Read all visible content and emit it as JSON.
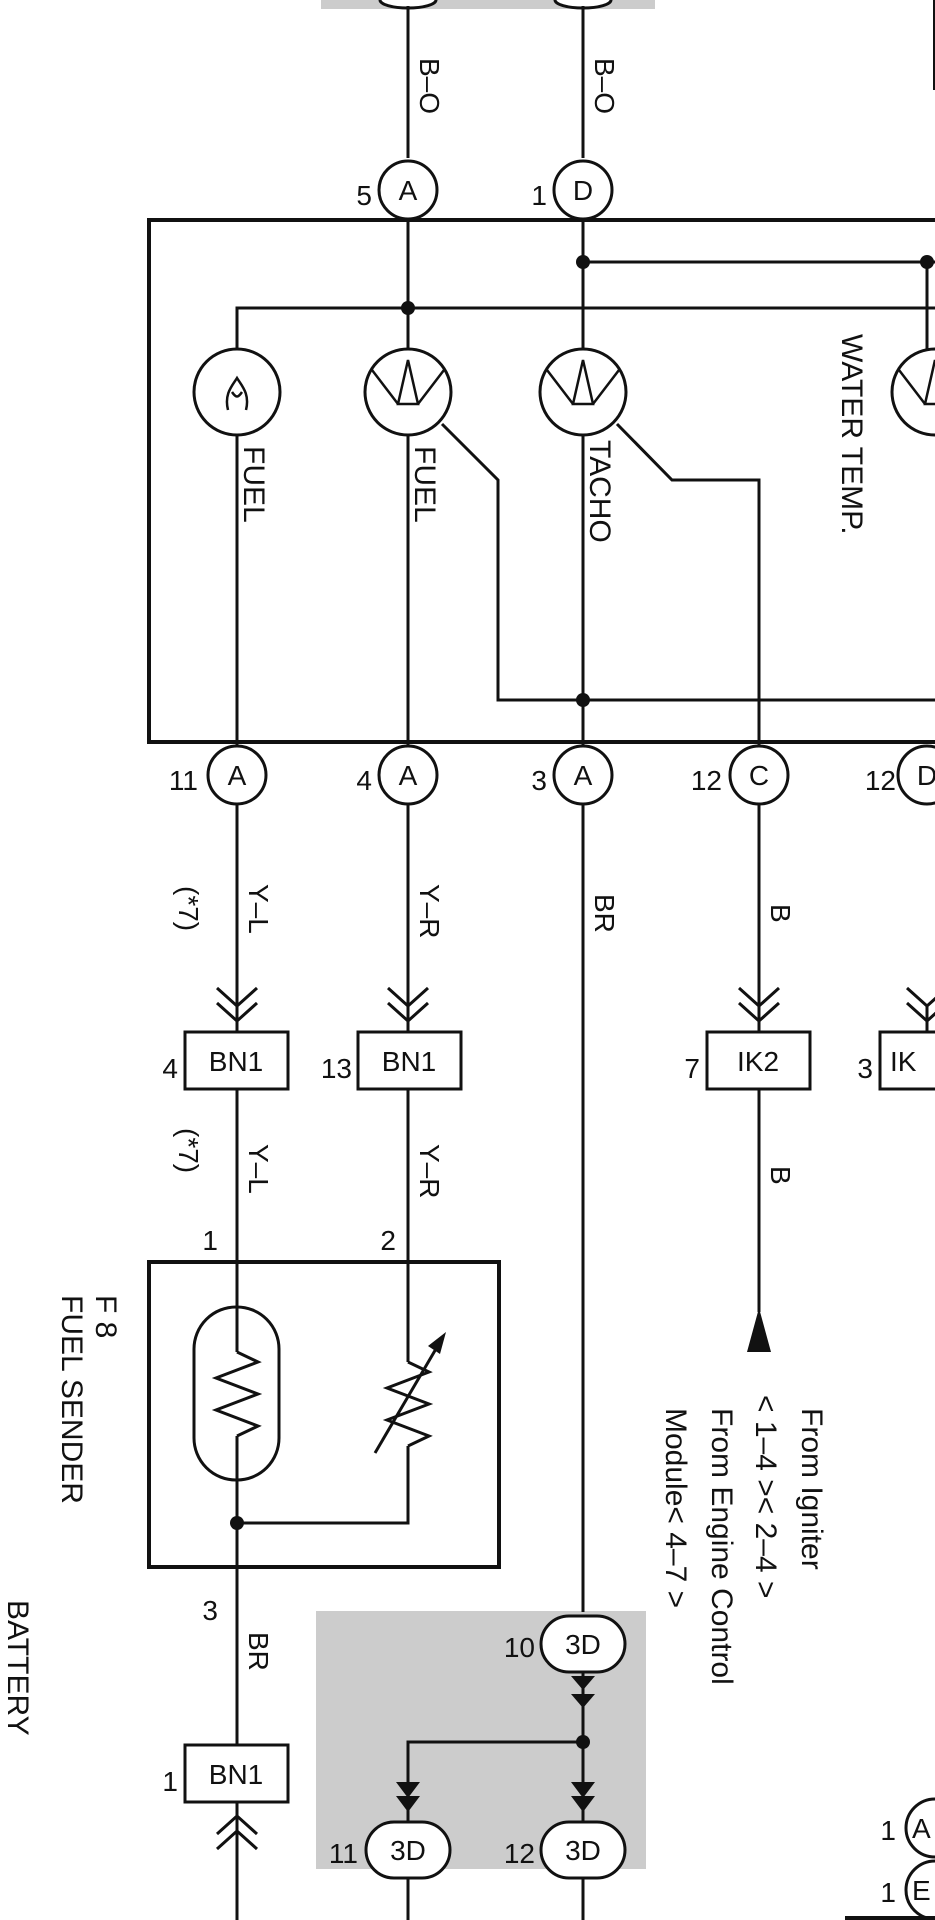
{
  "top_wires": [
    {
      "id": "b-o-left",
      "color_code": "B–O"
    },
    {
      "id": "b-o-right",
      "color_code": "B–O"
    }
  ],
  "top_connectors": [
    {
      "pin": "5",
      "letter": "A"
    },
    {
      "pin": "1",
      "letter": "D"
    }
  ],
  "gauges": {
    "fuel_warning": "FUEL",
    "fuel_gauge": "FUEL",
    "tacho": "TACHO",
    "water_temp": "WATER TEMP."
  },
  "bottom_connectors": [
    {
      "pin": "11",
      "letter": "A"
    },
    {
      "pin": "4",
      "letter": "A"
    },
    {
      "pin": "3",
      "letter": "A"
    },
    {
      "pin": "12",
      "letter": "C"
    },
    {
      "pin": "12",
      "letter": "D"
    }
  ],
  "wire_colors_upper": [
    {
      "code": "Y–L",
      "note": "(*7)"
    },
    {
      "code": "Y–R"
    },
    {
      "code": "BR"
    },
    {
      "code": "B"
    }
  ],
  "junctions": [
    {
      "pin": "4",
      "name": "BN1"
    },
    {
      "pin": "13",
      "name": "BN1"
    },
    {
      "pin": "7",
      "name": "IK2"
    },
    {
      "pin": "3",
      "name": "IK"
    }
  ],
  "wire_colors_lower": [
    {
      "code": "Y–L",
      "note": "(*7)"
    },
    {
      "code": "Y–R"
    },
    {
      "code": "B"
    }
  ],
  "sender": {
    "id": "F 8",
    "name": "FUEL SENDER",
    "pins": [
      "1",
      "2",
      "3"
    ]
  },
  "sender_out": {
    "code": "BR"
  },
  "bottom_junction": {
    "pin": "1",
    "name": "BN1"
  },
  "joint": {
    "top": {
      "pin": "10",
      "label": "3D"
    },
    "bottom_left": {
      "pin": "11",
      "label": "3D"
    },
    "bottom_right": {
      "pin": "12",
      "label": "3D"
    }
  },
  "from_note": {
    "line1": "From Igniter",
    "line2": "< 1–4 >< 2–4 >",
    "line3": "From Engine Control",
    "line4": "Module< 4–7 >"
  },
  "right_edge": {
    "c1_pin": "1",
    "c1_letter": "A",
    "c2_pin": "1",
    "c2_letter": "E"
  },
  "battery_label": "BATTERY"
}
